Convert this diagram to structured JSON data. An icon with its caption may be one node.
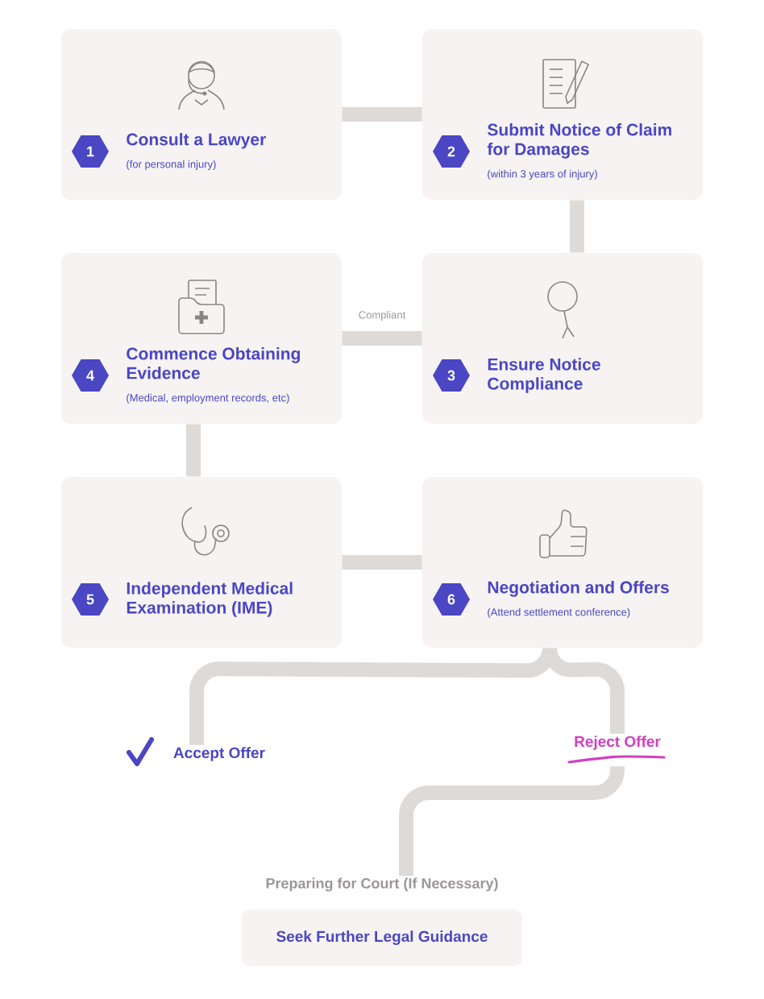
{
  "diagram": {
    "nodes": [
      {
        "text": [
          "Consult a Lawyer",
          "(for personal injury)"
        ]
      },
      {
        "text": [
          "1"
        ],
        "in": 0
      },
      {
        "text": [
          "Submit Notice of Claim for Damages",
          "(within 3 years of injury)"
        ]
      },
      {
        "text": [
          "2"
        ],
        "in": 2
      },
      {
        "text": [
          "Commence Obtaining Evidence",
          "(Medical, employment records, etc)"
        ]
      },
      {
        "text": [
          "4"
        ],
        "in": 4
      },
      {
        "text": [
          "Ensure Notice Compliance"
        ]
      },
      {
        "text": [
          "3"
        ],
        "in": 6
      },
      {
        "text": [
          "Independent Medical Examination (IME)"
        ]
      },
      {
        "text": [
          "5"
        ],
        "in": 8
      },
      {
        "text": [
          "Negotiation and Offers",
          "(Attend settlement conference)"
        ]
      },
      {
        "text": [
          "6"
        ],
        "in": 10
      },
      {
        "text": [
          "Accept Offer"
        ]
      },
      {
        "text": [
          "Reject Offer"
        ]
      },
      {
        "text": [
          "Preparing for Court (If Necessary)",
          "Seek Further Legal Guidance"
        ]
      }
    ],
    "edges": [
      {
        "from": 0,
        "to": 2,
        "arrow": "none"
      },
      {
        "from": 2,
        "to": 6,
        "arrow": "none"
      },
      {
        "from": 6,
        "to": 4,
        "arrow": "none",
        "label": "Compliant"
      },
      {
        "from": 4,
        "to": 8,
        "arrow": "none"
      },
      {
        "from": 8,
        "to": 10,
        "arrow": "none"
      },
      {
        "from": 10,
        "to": 12,
        "arrow": "none"
      },
      {
        "from": 10,
        "to": 13,
        "arrow": "none"
      },
      {
        "from": 13,
        "to": 14,
        "arrow": "none"
      }
    ]
  }
}
